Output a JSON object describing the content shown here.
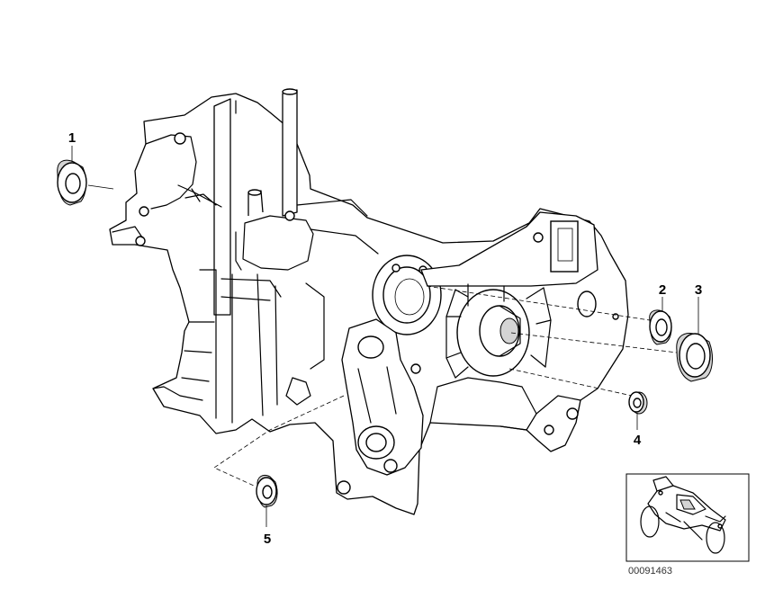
{
  "diagram": {
    "callouts": [
      {
        "id": "1",
        "label": "1"
      },
      {
        "id": "2",
        "label": "2"
      },
      {
        "id": "3",
        "label": "3"
      },
      {
        "id": "4",
        "label": "4"
      },
      {
        "id": "5",
        "label": "5"
      }
    ],
    "image_code": "00091463"
  },
  "colors": {
    "line": "#000000",
    "background": "#ffffff",
    "shade": "#d4d4d4"
  }
}
